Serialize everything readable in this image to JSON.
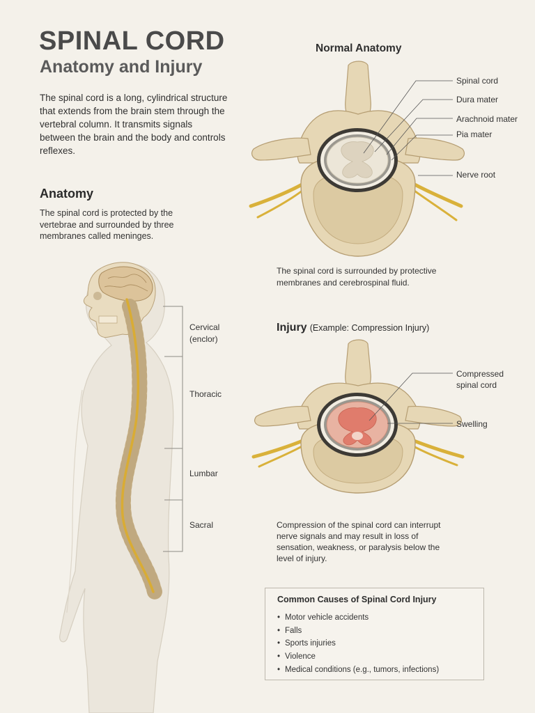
{
  "header": {
    "title": "SPINAL CORD",
    "subtitle": "Anatomy and Injury",
    "intro": "The spinal cord is a long, cylindrical structure that extends from the brain stem through the vertebral column. It transmits signals between the brain and the body and controls reflexes."
  },
  "anatomy": {
    "heading": "Anatomy",
    "text": "The spinal cord is protected by the vertebrae and surrounded by three membranes called meninges.",
    "regions": {
      "cervical": "Cervical",
      "cervical_sub": "(enclor)",
      "thoracic": "Thoracic",
      "lumbar": "Lumbar",
      "sacral": "Sacral"
    }
  },
  "normal": {
    "heading": "Normal Anatomy",
    "labels": {
      "spinal_cord": "Spinal cord",
      "dura": "Dura mater",
      "arachnoid": "Arachnoid mater",
      "pia": "Pia mater",
      "nerve_root": "Nerve root"
    },
    "caption": "The spinal cord is surrounded by protective membranes and cerebrospinal fluid."
  },
  "injury": {
    "heading": "Injury",
    "heading_sub": "(Example: Compression Injury)",
    "labels": {
      "compressed_1": "Compressed",
      "compressed_2": "spinal cord",
      "swelling": "Swelling"
    },
    "caption": "Compression of the spinal cord can interrupt nerve signals and may result in loss of sensation, weakness, or paralysis below the level of injury."
  },
  "causes": {
    "title": "Common Causes of Spinal Cord Injury",
    "bullet": "•",
    "items": [
      "Motor vehicle accidents",
      "Falls",
      "Sports injuries",
      "Violence",
      "Medical conditions (e.g., tumors, infections)"
    ]
  },
  "colors": {
    "background": "#f4f1ea",
    "bone": "#e6d7b5",
    "bone_shadow": "#c9b48a",
    "nerve": "#d9b13a",
    "cord": "#ece6d8",
    "injury": "#e48a7c"
  }
}
